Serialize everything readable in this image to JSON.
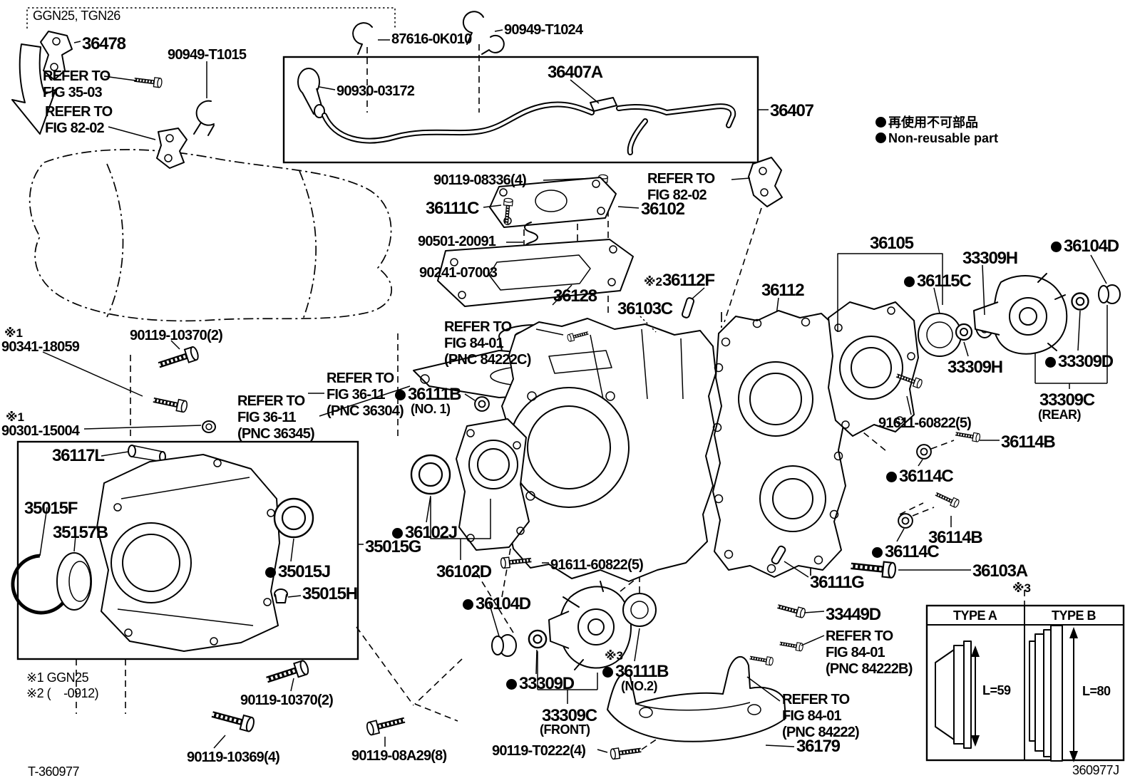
{
  "page": {
    "background": "#ffffff",
    "ink": "#000000"
  },
  "header": {
    "variant_box": "GGN25, TGN26"
  },
  "legend": {
    "jp": "再使用不可部品",
    "en": "Non-reusable part"
  },
  "marks": {
    "s1": "※1",
    "s2": "※2",
    "s3": "※3"
  },
  "refs": {
    "fig3503": "REFER TO\nFIG 35-03",
    "fig8202": "REFER TO\nFIG 82-02",
    "fig3611_36345": "REFER TO\nFIG 36-11\n(PNC 36345)",
    "fig3611_36304": "REFER TO\nFIG 36-11\n(PNC 36304)",
    "fig8401_84222c": "REFER TO\nFIG 84-01\n(PNC 84222C)",
    "fig8401_84222b": "REFER TO\nFIG 84-01\n(PNC 84222B)",
    "fig8401_84222": "REFER TO\nFIG 84-01\n(PNC 84222)"
  },
  "parts": {
    "p36478": "36478",
    "p90949t1015": "90949-T1015",
    "p87616": "87616-0K010",
    "p90949t1024": "90949-T1024",
    "p90930": "90930-03172",
    "p36407a": "36407A",
    "p36407": "36407",
    "p90119_08336": "90119-08336(4)",
    "p36111c": "36111C",
    "p36102": "36102",
    "p90501": "90501-20091",
    "p90241": "90241-07003",
    "p36128": "36128",
    "p36112f": "36112F",
    "p36103c": "36103C",
    "p36112": "36112",
    "p36105": "36105",
    "p33309h": "33309H",
    "p36104d": "36104D",
    "p36115c": "36115C",
    "p33309d": "33309D",
    "p33309c": "33309C",
    "rear": "(REAR)",
    "front": "(FRONT)",
    "p91611": "91611-60822(5)",
    "p36114b": "36114B",
    "p36114c": "36114C",
    "p36103a": "36103A",
    "p36111g": "36111G",
    "p33449d": "33449D",
    "p36111b": "36111B",
    "no1": "(NO. 1)",
    "no2": "(NO.2)",
    "p36179": "36179",
    "p90119_t0222": "90119-T0222(4)",
    "p90119_10370": "90119-10370(2)",
    "p90119_10369": "90119-10369(4)",
    "p90119_08a29": "90119-08A29(8)",
    "p90341": "90341-18059",
    "p90301": "90301-15004",
    "p36117l": "36117L",
    "p35015f": "35015F",
    "p35157b": "35157B",
    "p35015j": "35015J",
    "p35015h": "35015H",
    "p35015g": "35015G",
    "p36102j": "36102J",
    "p36102d": "36102D"
  },
  "footnotes": {
    "f1": "※1 GGN25",
    "f2": "※2 (    -0912)"
  },
  "codes": {
    "sheet": "T-360977",
    "figure": "360977J"
  },
  "inset": {
    "type_a": "TYPE A",
    "type_b": "TYPE B",
    "len_a": "L=59",
    "len_b": "L=80"
  }
}
